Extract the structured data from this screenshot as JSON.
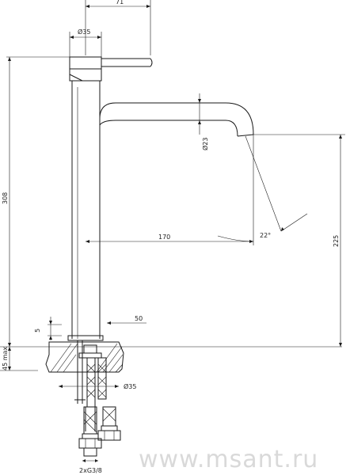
{
  "dimensions": {
    "reach": "71",
    "body_diameter": "Ø35",
    "spout_diameter": "Ø23",
    "total_height": "308",
    "spout_length": "170",
    "spout_angle": "22°",
    "spout_height": "225",
    "top_offset": "5",
    "base_diameter": "50",
    "counter_thickness": "45 max",
    "hole_diameter": "Ø35",
    "hose_connection": "2xG3/8"
  },
  "watermark": "www.msant.ru"
}
